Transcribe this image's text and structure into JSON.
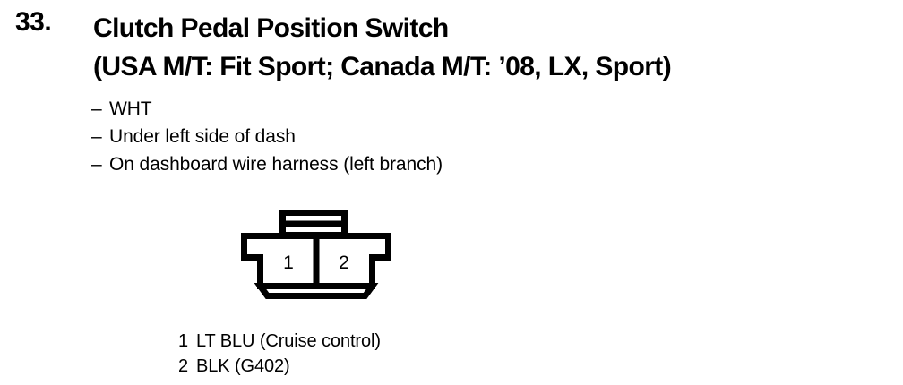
{
  "page": {
    "background_color": "#ffffff",
    "ink_color": "#000000"
  },
  "header": {
    "item_number": "33.",
    "title_line_1": "Clutch Pedal Position Switch",
    "title_line_2": "(USA M/T: Fit Sport; Canada M/T: ’08, LX, Sport)"
  },
  "details": {
    "dash": "–",
    "items": [
      {
        "text": "WHT"
      },
      {
        "text": "Under left side of dash"
      },
      {
        "text": "On dashboard wire harness (left branch)"
      }
    ]
  },
  "connector": {
    "type": "2-pin connector",
    "cavity_labels": [
      "1",
      "2"
    ],
    "tab_slots": 2
  },
  "pin_legend": {
    "rows": [
      {
        "number": "1",
        "text": "LT BLU (Cruise control)"
      },
      {
        "number": "2",
        "text": "BLK (G402)"
      }
    ]
  }
}
